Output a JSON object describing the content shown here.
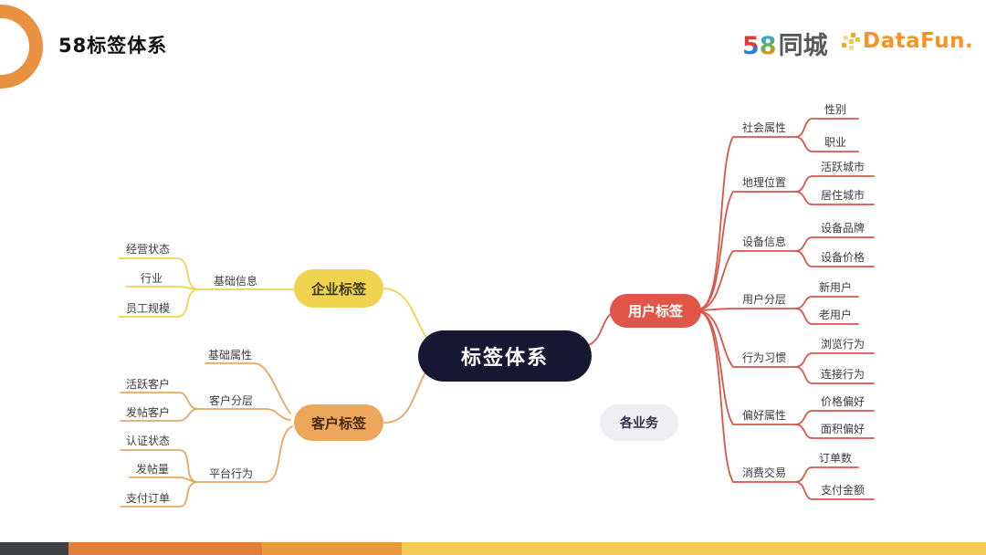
{
  "header": {
    "title": "58标签体系",
    "logo_58": {
      "digit_5": "5",
      "digit_8": "8",
      "suffix": "同城"
    },
    "logo_datafun": {
      "text": "DataFun."
    }
  },
  "mindmap": {
    "root_label": "标签体系",
    "floating_label": "各业务",
    "left": {
      "enterprise": {
        "label": "企业标签",
        "children": [
          {
            "label": "基础信息",
            "children": [
              "经营状态",
              "行业",
              "员工规模"
            ]
          }
        ]
      },
      "customer": {
        "label": "客户标签",
        "children": [
          {
            "label": "基础属性",
            "children": []
          },
          {
            "label": "客户分层",
            "children": [
              "活跃客户",
              "发帖客户"
            ]
          },
          {
            "label": "平台行为",
            "children": [
              "认证状态",
              "发帖量",
              "支付订单"
            ]
          }
        ]
      }
    },
    "right": {
      "user": {
        "label": "用户标签",
        "children": [
          {
            "label": "社会属性",
            "children": [
              "性别",
              "职业"
            ]
          },
          {
            "label": "地理位置",
            "children": [
              "活跃城市",
              "居住城市"
            ]
          },
          {
            "label": "设备信息",
            "children": [
              "设备品牌",
              "设备价格"
            ]
          },
          {
            "label": "用户分层",
            "children": [
              "新用户",
              "老用户"
            ]
          },
          {
            "label": "行为习惯",
            "children": [
              "浏览行为",
              "连接行为"
            ]
          },
          {
            "label": "偏好属性",
            "children": [
              "价格偏好",
              "面积偏好"
            ]
          },
          {
            "label": "消费交易",
            "children": [
              "订单数",
              "支付金额"
            ]
          }
        ]
      }
    }
  },
  "colors": {
    "enterprise_branch": "#F0D351",
    "customer_branch": "#EDA75C",
    "user_branch": "#E05649",
    "root_node_bg": "#181732",
    "floating_node_bg": "#EFEEF3",
    "accent_ring": "#E8923F",
    "footer_bar_segments": [
      "#3E4145",
      "#E0803C",
      "#E8993F",
      "#F3CA55"
    ]
  }
}
